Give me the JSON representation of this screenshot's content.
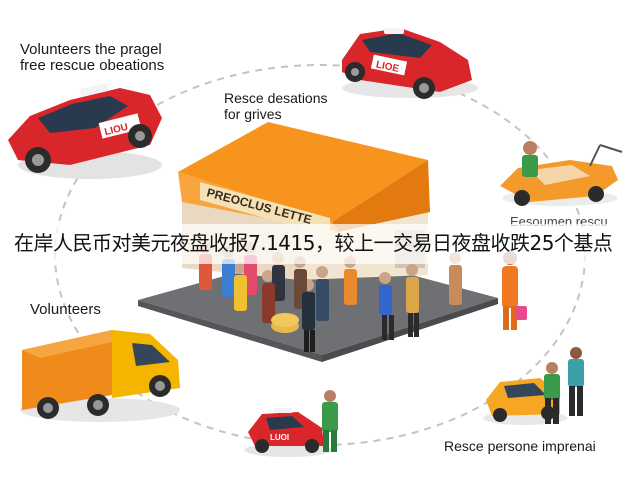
{
  "labels": {
    "top_left": [
      "Volunteers the pragel",
      "free rescue obeations"
    ],
    "top_center": [
      "Resce desations",
      "for grives"
    ],
    "right": "Eesoumen rescu",
    "left": "Volunteers",
    "bottom_right": "Resce persone imprenai"
  },
  "stall_sign": "PREOCLUS LETTE",
  "caption": "在岸人民币对美元夜盘收报7.1415，较上一交易日夜盘收跌25个基点",
  "vehicles": {
    "top_left_car": "LIOU",
    "top_right_car": "LIOE",
    "bottom_car": "LUOI"
  },
  "colors": {
    "red_vehicle": "#d8262a",
    "orange_roof": "#f7941d",
    "yellow_truck": "#f5b400",
    "dashed_path": "#c9c2bd"
  }
}
